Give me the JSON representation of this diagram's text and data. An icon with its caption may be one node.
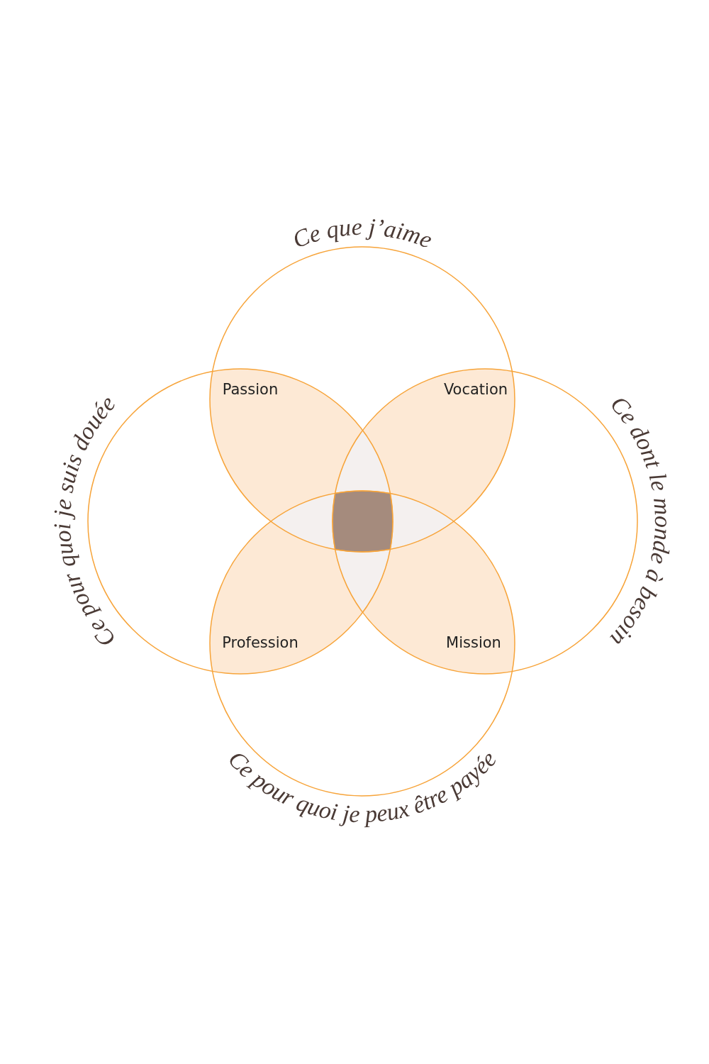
{
  "diagram": {
    "nodes": [
      {
        "text": [
          "Ce que j’aime"
        ]
      },
      {
        "text": [
          "Ce pour quoi je suis douée"
        ]
      },
      {
        "text": [
          "Ce dont le monde à besoin"
        ]
      },
      {
        "text": [
          "Ce pour quoi je peux être payée"
        ]
      },
      {
        "text": [
          "Passion"
        ]
      },
      {
        "text": [
          "Vocation"
        ]
      },
      {
        "text": [
          "Profession"
        ]
      },
      {
        "text": [
          "Mission"
        ]
      },
      {
        "text": [],
        "shape": "box"
      }
    ]
  }
}
